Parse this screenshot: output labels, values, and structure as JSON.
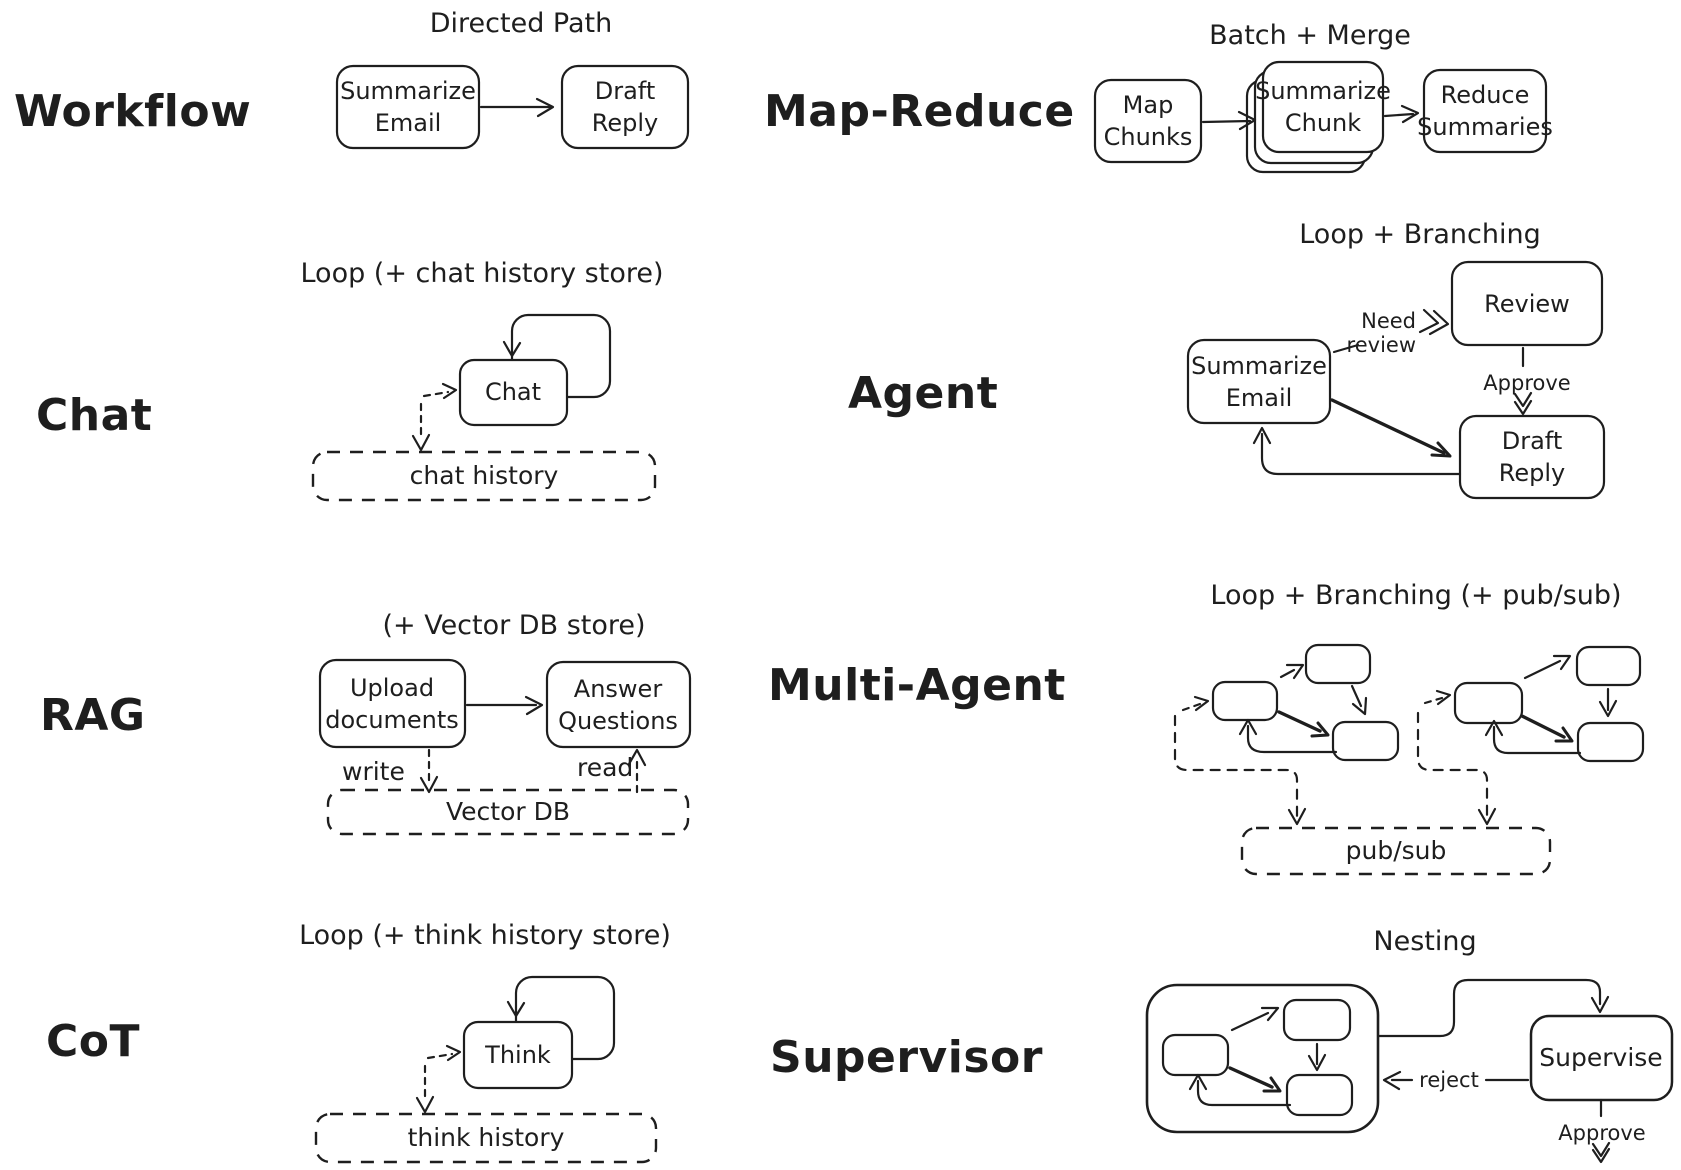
{
  "colors": {
    "ink": "#1e1e1e",
    "background": "#ffffff"
  },
  "sections": {
    "workflow": {
      "label": "Workflow",
      "title": "Directed Path",
      "nodes": {
        "summarize_email": {
          "line1": "Summarize",
          "line2": "Email"
        },
        "draft_reply": {
          "line1": "Draft",
          "line2": "Reply"
        }
      }
    },
    "map_reduce": {
      "label": "Map-Reduce",
      "title": "Batch + Merge",
      "nodes": {
        "map_chunks": {
          "line1": "Map",
          "line2": "Chunks"
        },
        "summarize_chunk": {
          "line1": "Summarize",
          "line2": "Chunk"
        },
        "reduce_summaries": {
          "line1": "Reduce",
          "line2": "Summaries"
        }
      }
    },
    "chat": {
      "label": "Chat",
      "title": "Loop (+ chat history store)",
      "nodes": {
        "chat": {
          "line1": "Chat"
        }
      },
      "store": {
        "label": "chat history"
      }
    },
    "agent": {
      "label": "Agent",
      "title": "Loop + Branching",
      "nodes": {
        "summarize_email": {
          "line1": "Summarize",
          "line2": "Email"
        },
        "review": {
          "line1": "Review"
        },
        "draft_reply": {
          "line1": "Draft",
          "line2": "Reply"
        }
      },
      "edges": {
        "need_review_line1": "Need",
        "need_review_line2": "review",
        "approve": "Approve"
      }
    },
    "rag": {
      "label": "RAG",
      "title": "(+ Vector DB store)",
      "nodes": {
        "upload_documents": {
          "line1": "Upload",
          "line2": "documents"
        },
        "answer_questions": {
          "line1": "Answer",
          "line2": "Questions"
        }
      },
      "edges": {
        "write": "write",
        "read": "read"
      },
      "store": {
        "label": "Vector DB"
      }
    },
    "multi_agent": {
      "label": "Multi-Agent",
      "title": "Loop + Branching (+ pub/sub)",
      "store": {
        "label": "pub/sub"
      }
    },
    "cot": {
      "label": "CoT",
      "title": "Loop (+ think history store)",
      "nodes": {
        "think": {
          "line1": "Think"
        }
      },
      "store": {
        "label": "think history"
      }
    },
    "supervisor": {
      "label": "Supervisor",
      "title": "Nesting",
      "nodes": {
        "supervise": {
          "line1": "Supervise"
        }
      },
      "edges": {
        "reject": "reject",
        "approve": "Approve"
      }
    }
  }
}
